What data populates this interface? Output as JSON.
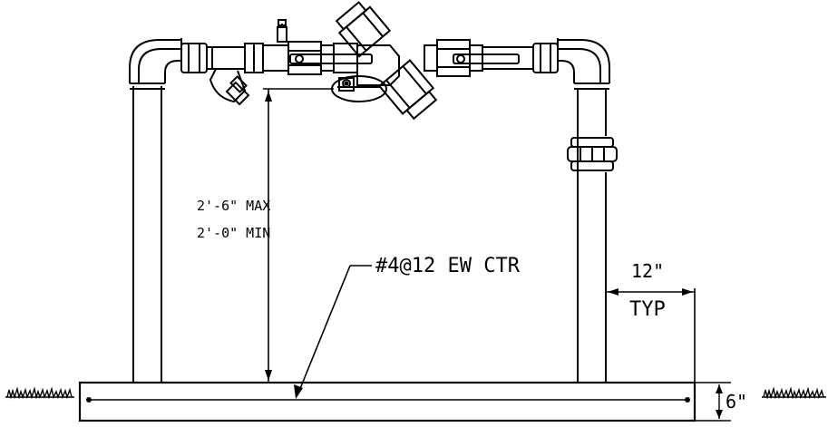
{
  "labels": {
    "height_max": "2'-6\" MAX",
    "height_min": "2'-0\" MIN",
    "rebar": "#4@12 EW CTR",
    "offset_value": "12\"",
    "offset_note": "TYP",
    "slab_thickness": "6\""
  },
  "colors": {
    "line": "#000000",
    "background": "#ffffff"
  },
  "icons": {
    "grass_left": "grass-icon",
    "grass_right": "grass-icon"
  }
}
